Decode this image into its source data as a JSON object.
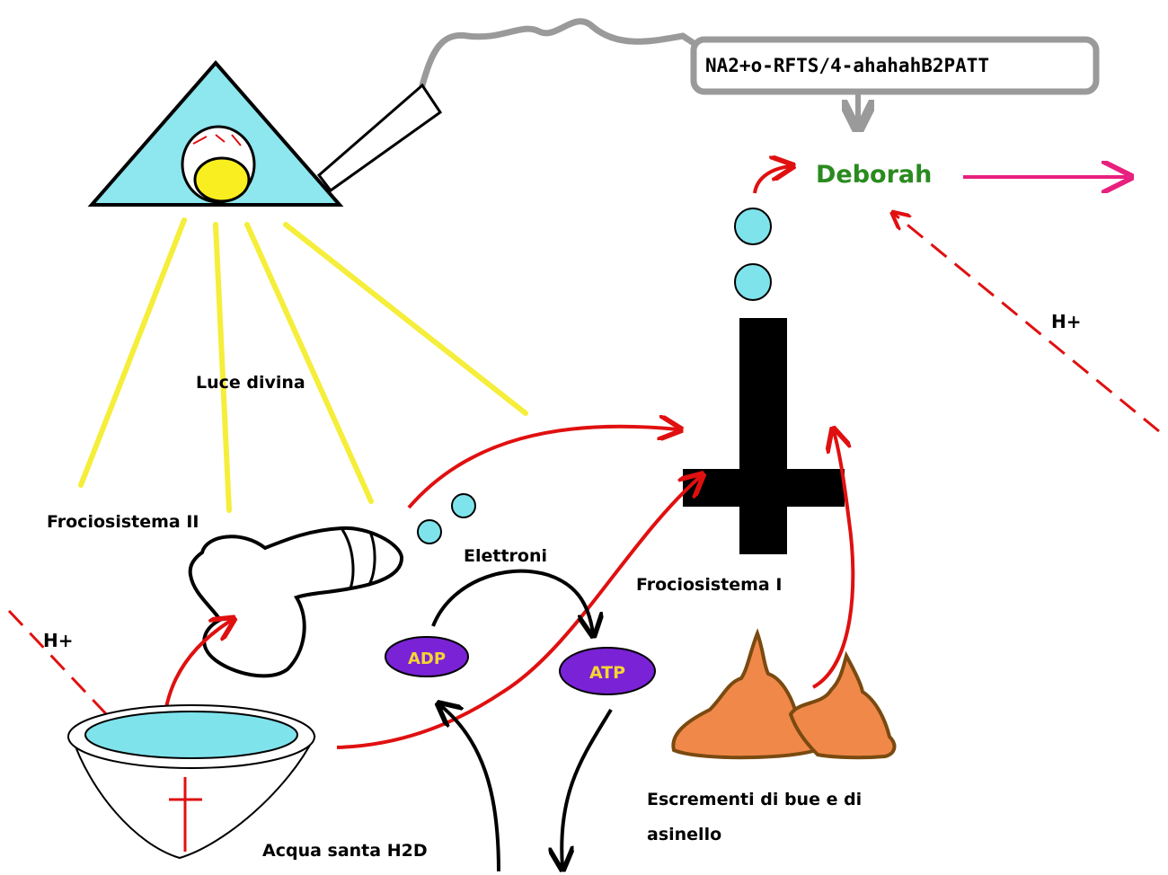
{
  "labels": {
    "formula": "NA2+o-RFTS/4-ahahahB2PATT",
    "deborah": "Deborah",
    "h_plus_right": "H+",
    "h_plus_left": "H+",
    "luce_divina": "Luce divina",
    "frociosistema_2": "Frociosistema II",
    "frociosistema_1": "Frociosistema I",
    "elettroni": "Elettroni",
    "adp": "ADP",
    "atp": "ATP",
    "acqua_santa": "Acqua santa H2D",
    "escrementi_line1": "Escrementi di bue e di",
    "escrementi_line2": "asinello"
  },
  "colors": {
    "arrow_red": "#e01010",
    "ray_yellow": "#f5ee3a",
    "cyan": "#7fe3ec",
    "pyramid_fill": "#8ee6ee",
    "deborah_green": "#2a8a1f",
    "magenta": "#e8207e",
    "capsule_purple": "#7a22d6",
    "capsule_text": "#f5d531",
    "poop_orange": "#f0884a",
    "poop_outline": "#7a4a10",
    "grey_smoke": "#9a9a9a"
  }
}
